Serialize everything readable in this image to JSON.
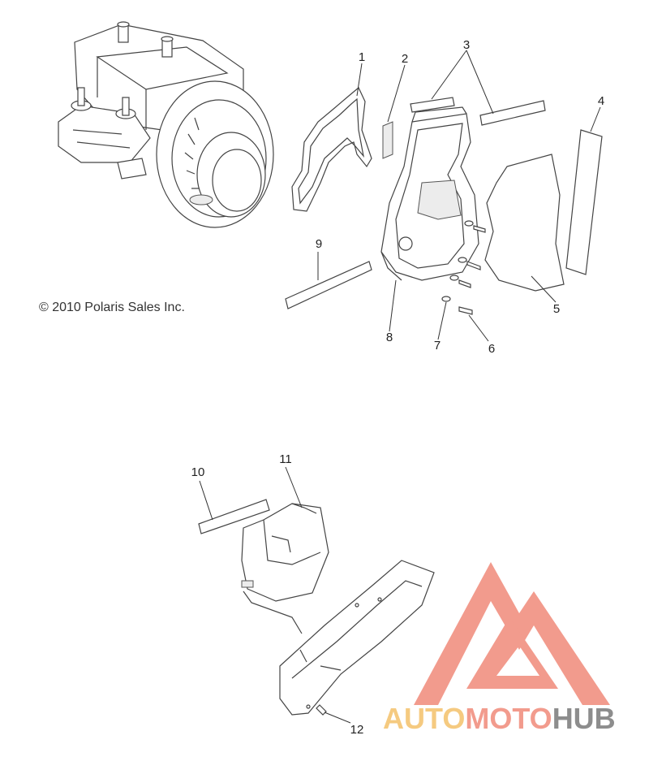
{
  "copyright": "© 2010 Polaris Sales Inc.",
  "callouts": [
    "1",
    "2",
    "3",
    "4",
    "5",
    "6",
    "7",
    "8",
    "9",
    "10",
    "11",
    "12"
  ],
  "watermark": {
    "brand_a": "AUTO",
    "brand_b": "MOTO",
    "brand_c": "HUB",
    "colors": {
      "auto": "#f4c16a",
      "moto": "#f08a7a",
      "hub": "#7a7a7a",
      "logo": "#f08a7a"
    }
  }
}
